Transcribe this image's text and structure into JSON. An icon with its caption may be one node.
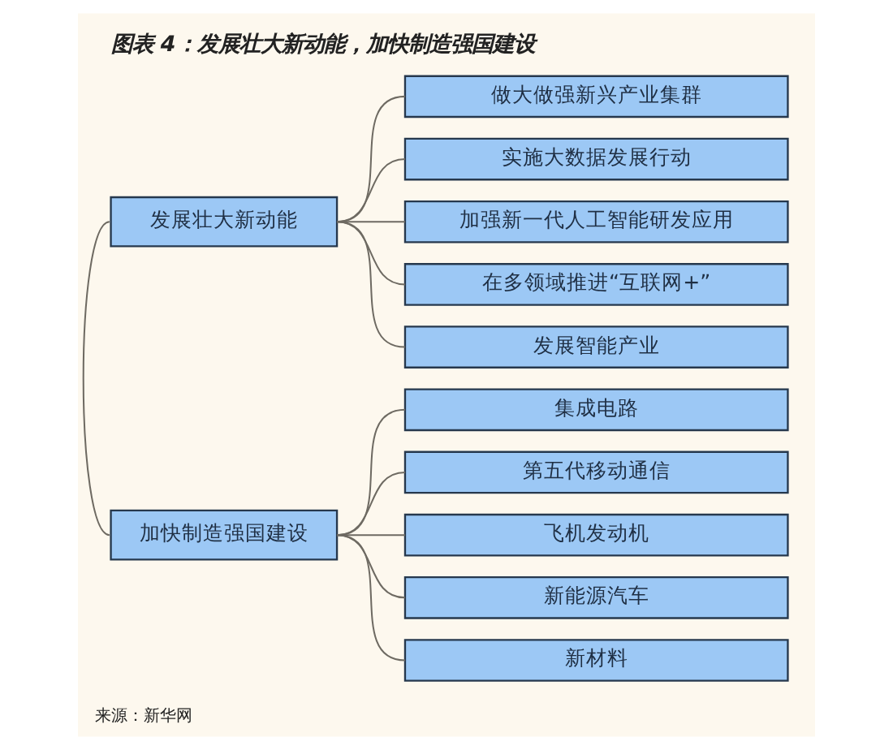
{
  "diagram": {
    "title": "图表 4：发展壮大新动能，加快制造强国建设",
    "caption": "来源：新华网",
    "nodes": [
      {
        "text": [
          "发展壮大新动能"
        ]
      },
      {
        "text": [
          "做大做强新兴产业集群"
        ]
      },
      {
        "text": [
          "实施大数据发展行动"
        ]
      },
      {
        "text": [
          "加强新一代人工智能研发应用"
        ]
      },
      {
        "text": [
          "在多领域推进“互联网+”"
        ]
      },
      {
        "text": [
          "发展智能产业"
        ]
      },
      {
        "text": [
          "加快制造强国建设"
        ]
      },
      {
        "text": [
          "集成电路"
        ]
      },
      {
        "text": [
          "第五代移动通信"
        ]
      },
      {
        "text": [
          "飞机发动机"
        ]
      },
      {
        "text": [
          "新能源汽车"
        ]
      },
      {
        "text": [
          "新材料"
        ]
      }
    ],
    "edges": [
      {
        "from": 0,
        "to": 1,
        "arrow": "none"
      },
      {
        "from": 0,
        "to": 2,
        "arrow": "none"
      },
      {
        "from": 0,
        "to": 3,
        "arrow": "none"
      },
      {
        "from": 0,
        "to": 4,
        "arrow": "none"
      },
      {
        "from": 0,
        "to": 5,
        "arrow": "none"
      },
      {
        "from": 0,
        "to": 6,
        "arrow": "none"
      },
      {
        "from": 6,
        "to": 7,
        "arrow": "none"
      },
      {
        "from": 6,
        "to": 8,
        "arrow": "none"
      },
      {
        "from": 6,
        "to": 9,
        "arrow": "none"
      },
      {
        "from": 6,
        "to": 10,
        "arrow": "none"
      },
      {
        "from": 6,
        "to": 11,
        "arrow": "none"
      }
    ]
  }
}
